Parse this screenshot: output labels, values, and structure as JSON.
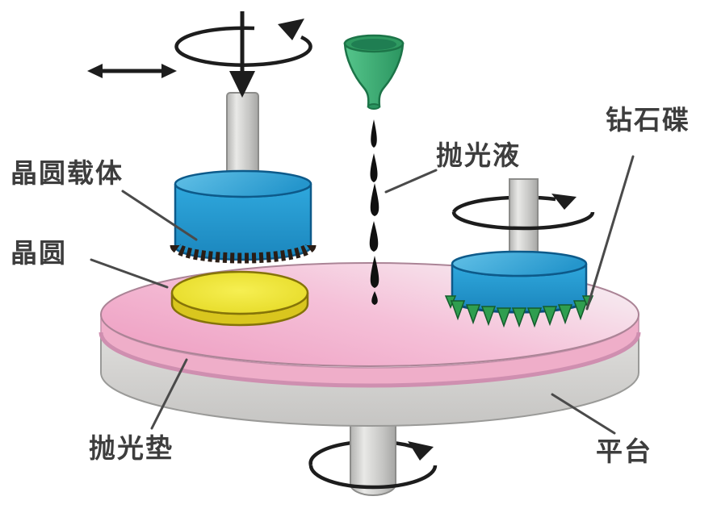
{
  "labels": {
    "wafer_carrier": "晶圆载体",
    "wafer": "晶圆",
    "slurry": "抛光液",
    "diamond_disk": "钻石碟",
    "polishing_pad": "抛光垫",
    "platen": "平台"
  },
  "colors": {
    "carrier_blue": "#29a2d8",
    "carrier_blue_dark": "#0d5a8a",
    "wafer_yellow": "#ebe02a",
    "wafer_outline": "#857408",
    "pad_pink": "#efaec9",
    "pad_pink_light": "#f7e9f0",
    "pad_stripe": "#cf8fb0",
    "platen_gray": "#d4d3d1",
    "slurry_nozzle_green": "#3aa76b",
    "diamond_teeth_green": "#2f9e4f",
    "shaft_gray": "#c9c9c7",
    "carrier_teeth_dark": "#2a1d15",
    "arrow_black": "#1d1d1d",
    "leader_line": "#4a4a4a",
    "background": "#ffffff"
  }
}
